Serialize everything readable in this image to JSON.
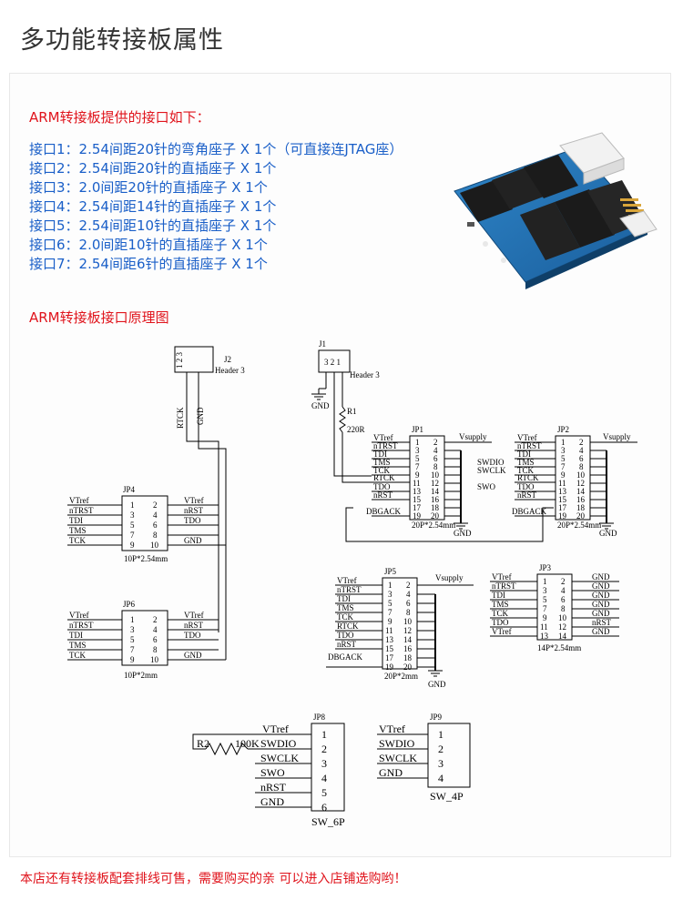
{
  "page_title": "多功能转接板属性",
  "heading_interfaces": "ARM转接板提供的接口如下：",
  "ports": [
    "接口1：2.54间距20针的弯角座子 X 1个（可直接连JTAG座）",
    "接口2：2.54间距20针的直插座子 X 1个",
    "接口3：2.0间距20针的直插座子 X 1个",
    "接口4：2.54间距14针的直插座子 X 1个",
    "接口5：2.54间距10针的直插座子 X 1个",
    "接口6：2.0间距10针的直插座子 X 1个",
    "接口7：2.54间距6针的直插座子 X 1个"
  ],
  "heading_schematic": "ARM转接板接口原理图",
  "footer": "本店还有转接板配套排线可售，需要购买的亲 可以进入店铺选购哟！",
  "schematic": {
    "j2": {
      "ref": "J2",
      "value": "Header 3",
      "pins": "1 2 3",
      "net_a": "RTCK",
      "net_b": "GND"
    },
    "j1": {
      "ref": "J1",
      "value": "Header 3",
      "pins": "3 2 1",
      "gnd": "GND",
      "res_ref": "R1",
      "res_val": "220R"
    },
    "jp1": {
      "ref": "JP1",
      "value": "20P*2.54mm",
      "supply": "Vsupply",
      "gnd": "GND",
      "left": [
        "VTref",
        "nTRST",
        "TDI",
        "TMS",
        "TCK",
        "RTCK",
        "TDO",
        "nRST",
        "",
        "DBGACK"
      ]
    },
    "jp2": {
      "ref": "JP2",
      "value": "20P*2.54mm",
      "supply": "Vsupply",
      "gnd": "GND",
      "left": [
        "VTref",
        "nTRST",
        "TDI",
        "TMS",
        "TCK",
        "RTCK",
        "TDO",
        "nRST",
        "",
        "DBGACK"
      ],
      "swd": [
        "SWDIO",
        "SWCLK",
        "SWO"
      ]
    },
    "jp4": {
      "ref": "JP4",
      "value": "10P*2.54mm",
      "left": [
        "VTref",
        "nTRST",
        "TDI",
        "TMS",
        "TCK"
      ],
      "right": [
        "VTref",
        "nRST",
        "TDO",
        "",
        "GND"
      ]
    },
    "jp6": {
      "ref": "JP6",
      "value": "10P*2mm",
      "left": [
        "VTref",
        "nTRST",
        "TDI",
        "TMS",
        "TCK"
      ],
      "right": [
        "VTref",
        "nRST",
        "TDO",
        "",
        "GND"
      ]
    },
    "jp5": {
      "ref": "JP5",
      "value": "20P*2mm",
      "supply": "Vsupply",
      "gnd": "GND",
      "left": [
        "VTref",
        "nTRST",
        "TDI",
        "TMS",
        "TCK",
        "RTCK",
        "TDO",
        "nRST",
        "",
        "DBGACK"
      ]
    },
    "jp3": {
      "ref": "JP3",
      "value": "14P*2.54mm",
      "left": [
        "VTref",
        "nTRST",
        "TDI",
        "TMS",
        "TCK",
        "TDO",
        "VTref"
      ],
      "right": [
        "GND",
        "GND",
        "GND",
        "GND",
        "GND",
        "nRST",
        "GND"
      ]
    },
    "jp8": {
      "ref": "JP8",
      "value": "SW_6P",
      "res_ref": "R2",
      "res_val": "100K",
      "left": [
        "VTref",
        "SWDIO",
        "SWCLK",
        "SWO",
        "nRST",
        "GND"
      ]
    },
    "jp9": {
      "ref": "JP9",
      "value": "SW_4P",
      "left": [
        "VTref",
        "SWDIO",
        "SWCLK",
        "GND"
      ]
    }
  }
}
